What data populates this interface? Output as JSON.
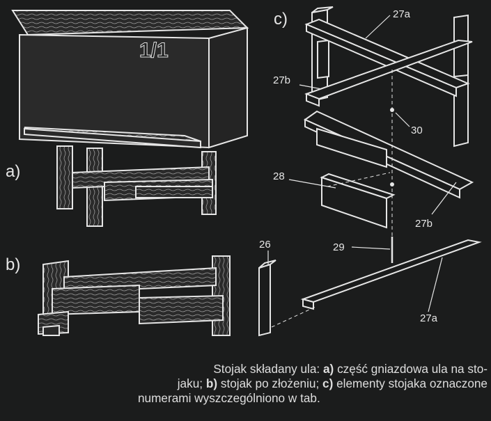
{
  "panels": {
    "a": "a)",
    "b": "b)",
    "c": "c)"
  },
  "hive_number": "1/1",
  "parts": {
    "p27a_top": "27a",
    "p27b_top": "27b",
    "p30": "30",
    "p28": "28",
    "p27b_mid": "27b",
    "p26": "26",
    "p29": "29",
    "p27a_bottom": "27a"
  },
  "caption": {
    "lead": "Stojak składany ula:",
    "a_key": "a)",
    "a_text": "część gniazdowa ula na sto-",
    "a_text2": "jaku;",
    "b_key": "b)",
    "b_text": "stojak po złożeniu;",
    "c_key": "c)",
    "c_text": "elementy stojaka oznaczone",
    "c_text2": "numerami wyszczególniono w tab."
  },
  "colors": {
    "background": "#1b1c1c",
    "line": "#e6e6e6",
    "wood_fill": "#2a2a2a"
  }
}
